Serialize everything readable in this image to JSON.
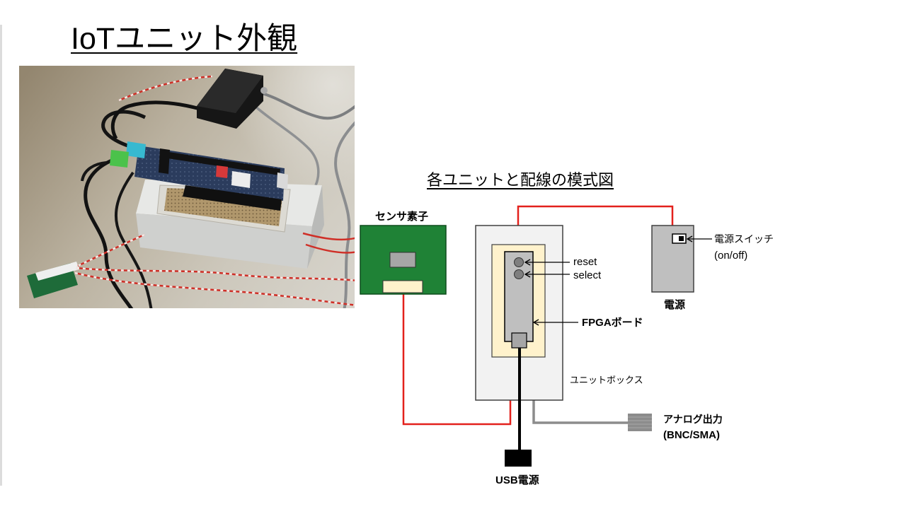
{
  "slide": {
    "title": "IoTユニット外観"
  },
  "diagram": {
    "title": "各ユニットと配線の模式図",
    "sensor_element": {
      "label": "センサ素子"
    },
    "unit_box": {
      "label": "ユニットボックス"
    },
    "fpga_board": {
      "label": "FPGAボード",
      "reset_button_label": "reset",
      "select_button_label": "select"
    },
    "power_supply": {
      "label": "電源",
      "switch_label": "電源スイッチ",
      "switch_states": "(on/off)"
    },
    "analog_output": {
      "label": "アナログ出力",
      "connector_types": "(BNC/SMA)"
    },
    "usb_power": {
      "label": "USB電源"
    }
  },
  "colors": {
    "wire_red": "#e3211c",
    "wire_black": "#000000",
    "wire_gray": "#8c8c8c",
    "sensor_board_green": "#1f8236",
    "fpga_area_cream": "#fff2cc",
    "unit_box_fill": "#f2f2f2",
    "device_gray": "#bfbfbf"
  }
}
